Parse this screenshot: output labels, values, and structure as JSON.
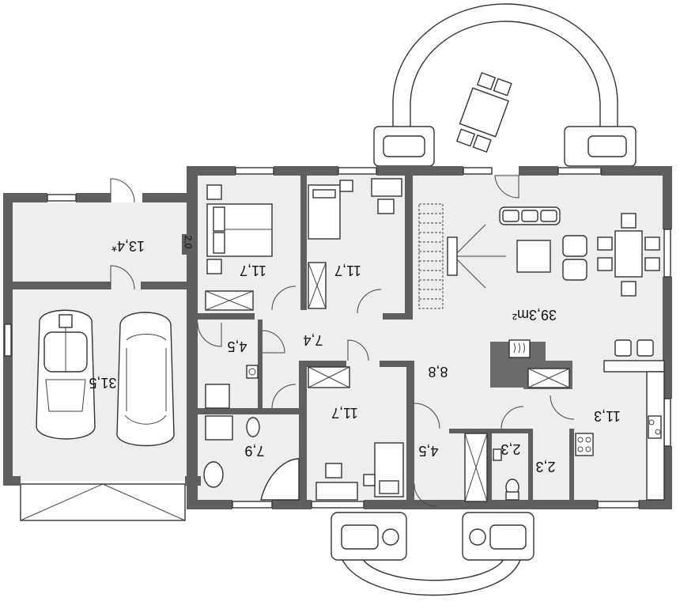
{
  "rooms": [
    {
      "id": "storage",
      "area": "13,4*"
    },
    {
      "id": "boiler",
      "area": "2,0"
    },
    {
      "id": "garage",
      "area": "31,5"
    },
    {
      "id": "bedroom-1",
      "area": "11,7"
    },
    {
      "id": "bedroom-2",
      "area": "11,7"
    },
    {
      "id": "wardrobe",
      "area": "4,5"
    },
    {
      "id": "hall",
      "area": "7,4"
    },
    {
      "id": "bathroom",
      "area": "7,9"
    },
    {
      "id": "bedroom-3",
      "area": "11,7"
    },
    {
      "id": "corridor",
      "area": "8,8"
    },
    {
      "id": "vestibule",
      "area": "4,5"
    },
    {
      "id": "wc",
      "area": "2,3"
    },
    {
      "id": "pantry",
      "area": "2,3"
    },
    {
      "id": "kitchen",
      "area": "11,3"
    },
    {
      "id": "living-room",
      "area": "39,3m²"
    }
  ]
}
